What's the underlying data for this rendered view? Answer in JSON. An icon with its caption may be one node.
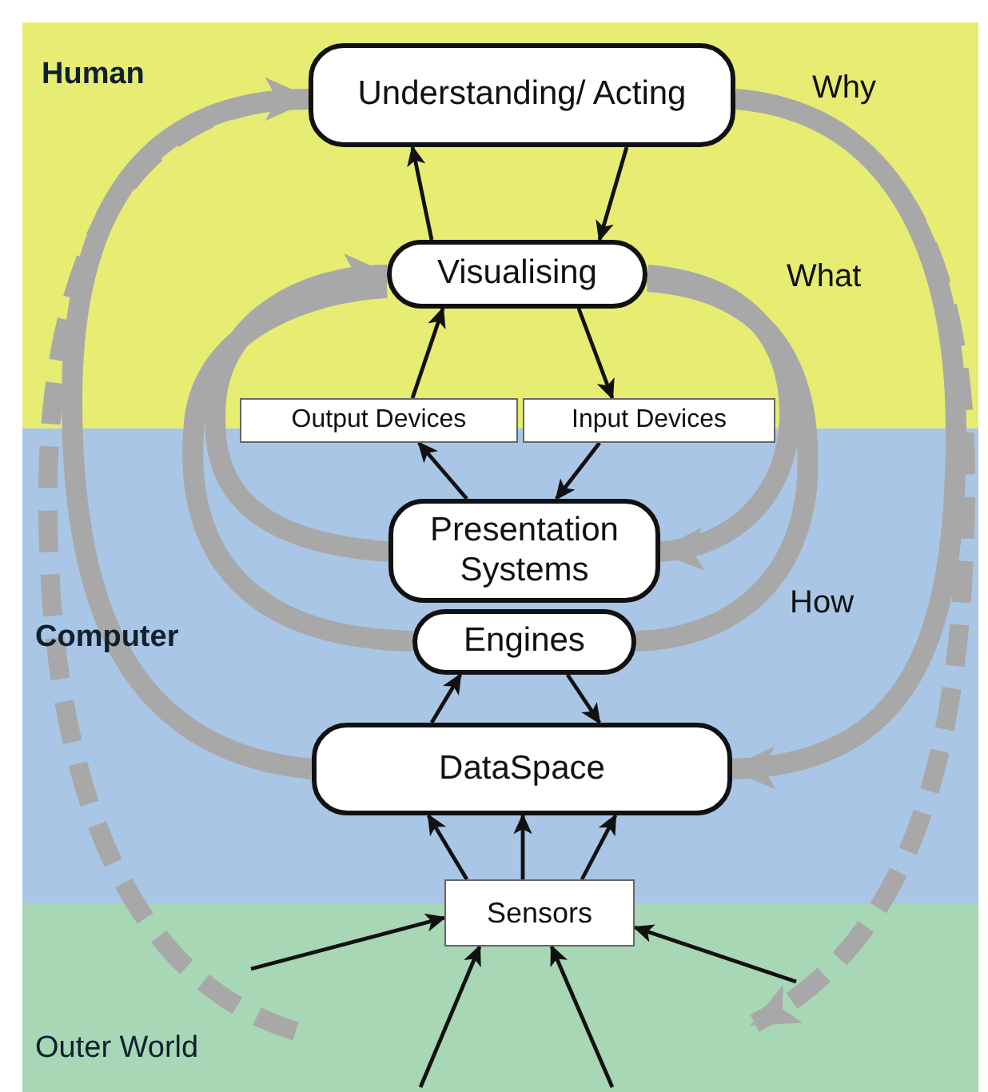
{
  "diagram": {
    "nodes": [
      {
        "text": [
          "Human"
        ]
      },
      {
        "text": [
          "Understanding/ Acting"
        ],
        "in": 0
      },
      {
        "text": [
          "Visualising"
        ],
        "in": 0
      },
      {
        "text": [
          "Output Devices"
        ]
      },
      {
        "text": [
          "Input Devices"
        ]
      },
      {
        "text": [
          "Computer"
        ]
      },
      {
        "text": [
          "Presentation Systems"
        ],
        "in": 5
      },
      {
        "text": [
          "Engines"
        ],
        "in": 5
      },
      {
        "text": [
          "DataSpace"
        ],
        "in": 5
      },
      {
        "text": [
          "Sensors"
        ]
      },
      {
        "text": [
          "Outer World"
        ]
      }
    ],
    "edges": [
      {
        "from": 2,
        "to": 1,
        "arrow": "to"
      },
      {
        "from": 1,
        "to": 2,
        "arrow": "to"
      },
      {
        "from": 3,
        "to": 2,
        "arrow": "to"
      },
      {
        "from": 2,
        "to": 4,
        "arrow": "to"
      },
      {
        "from": 6,
        "to": 3,
        "arrow": "to"
      },
      {
        "from": 4,
        "to": 6,
        "arrow": "to"
      },
      {
        "from": 8,
        "to": 7,
        "arrow": "to"
      },
      {
        "from": 7,
        "to": 8,
        "arrow": "to"
      },
      {
        "from": 9,
        "to": 8,
        "arrow": "to"
      },
      {
        "from": 9,
        "to": 8,
        "arrow": "to"
      },
      {
        "from": 9,
        "to": 8,
        "arrow": "to"
      },
      {
        "from": 10,
        "to": 9,
        "arrow": "to"
      },
      {
        "from": 10,
        "to": 9,
        "arrow": "to"
      },
      {
        "from": 10,
        "to": 9,
        "arrow": "to"
      },
      {
        "from": 10,
        "to": 9,
        "arrow": "to"
      },
      {
        "from": 8,
        "to": 1,
        "arrow": "to",
        "style": "thick",
        "color": "#a8a8a8"
      },
      {
        "from": 1,
        "to": 8,
        "arrow": "to",
        "style": "thick",
        "color": "#a8a8a8"
      },
      {
        "from": 10,
        "to": 1,
        "arrow": "to",
        "style": "dashed",
        "color": "#a8a8a8"
      },
      {
        "from": 1,
        "to": 10,
        "arrow": "to",
        "style": "dashed",
        "color": "#a8a8a8"
      },
      {
        "from": 6,
        "to": 2,
        "arrow": "to",
        "style": "thick",
        "color": "#a8a8a8"
      },
      {
        "from": 7,
        "to": 2,
        "arrow": "none",
        "style": "thick",
        "color": "#a8a8a8"
      },
      {
        "from": 2,
        "to": 6,
        "arrow": "to",
        "style": "thick",
        "color": "#a8a8a8"
      },
      {
        "from": 2,
        "to": 7,
        "arrow": "none",
        "style": "thick",
        "color": "#a8a8a8"
      }
    ],
    "labels": [
      "Why",
      "What",
      "How"
    ]
  }
}
